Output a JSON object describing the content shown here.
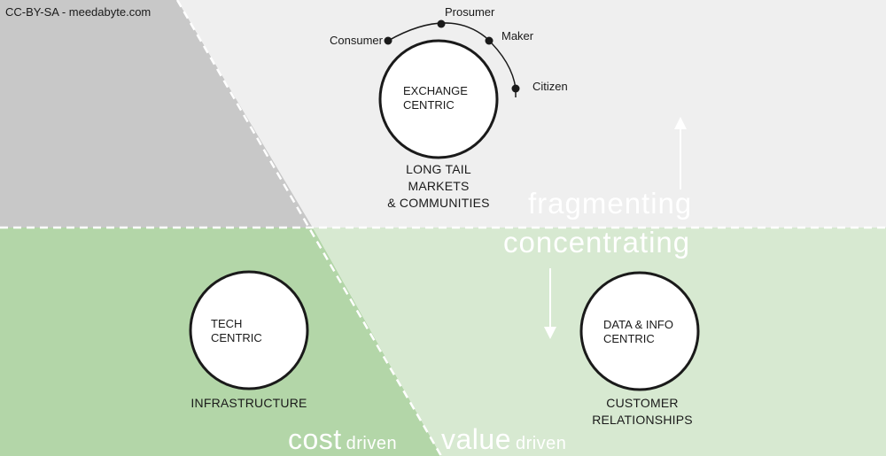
{
  "credit": "CC-BY-SA - meedabyte.com",
  "directions": {
    "up": "fragmenting",
    "down": "concentrating"
  },
  "axis": {
    "cost": {
      "main": "cost",
      "sub": "driven"
    },
    "value": {
      "main": "value",
      "sub": "driven"
    }
  },
  "nodes": {
    "exchange": {
      "line1": "EXCHANGE",
      "line2": "CENTRIC",
      "caption": [
        "LONG TAIL",
        "MARKETS",
        "& COMMUNITIES"
      ]
    },
    "tech": {
      "line1": "TECH",
      "line2": "CENTRIC",
      "caption": [
        "INFRASTRUCTURE"
      ]
    },
    "data": {
      "line1": "DATA & INFO",
      "line2": "CENTRIC",
      "caption": [
        "CUSTOMER",
        "RELATIONSHIPS"
      ]
    }
  },
  "roles": [
    "Consumer",
    "Prosumer",
    "Maker",
    "Citizen"
  ],
  "colors": {
    "dark_gray": "#c8c8c8",
    "light_gray": "#efefef",
    "dark_green": "#b3d6a8",
    "light_green": "#d7e9d1"
  }
}
